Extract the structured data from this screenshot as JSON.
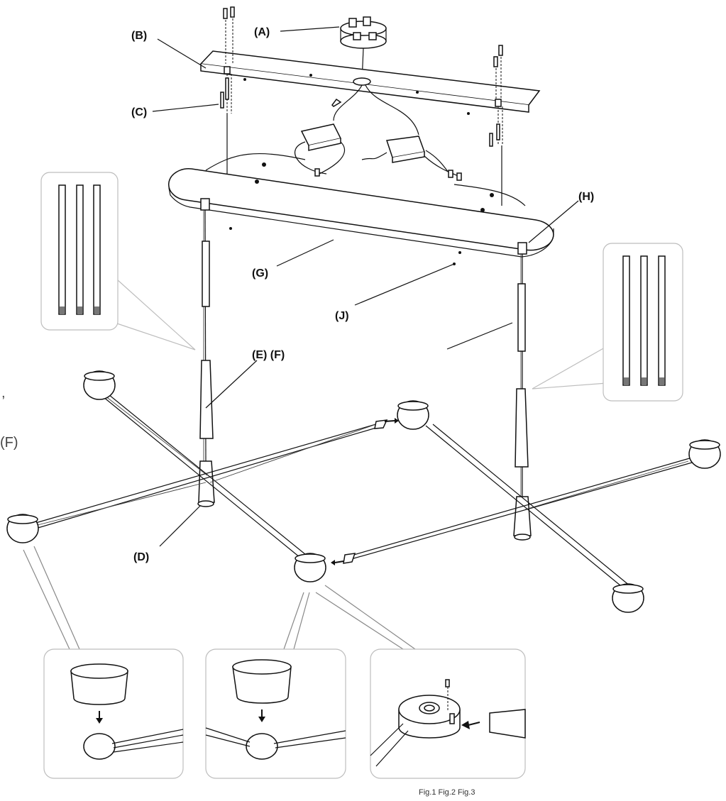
{
  "labels": {
    "a": "(A)",
    "b": "(B)",
    "c": "(C)",
    "d": "(D)",
    "ef": "(E) (F)",
    "g": "(G)",
    "h": "(H)",
    "j": "(J)",
    "f_edge": "(F)",
    "comma_edge": ","
  },
  "caption": "Fig.1 Fig.2 Fig.3"
}
